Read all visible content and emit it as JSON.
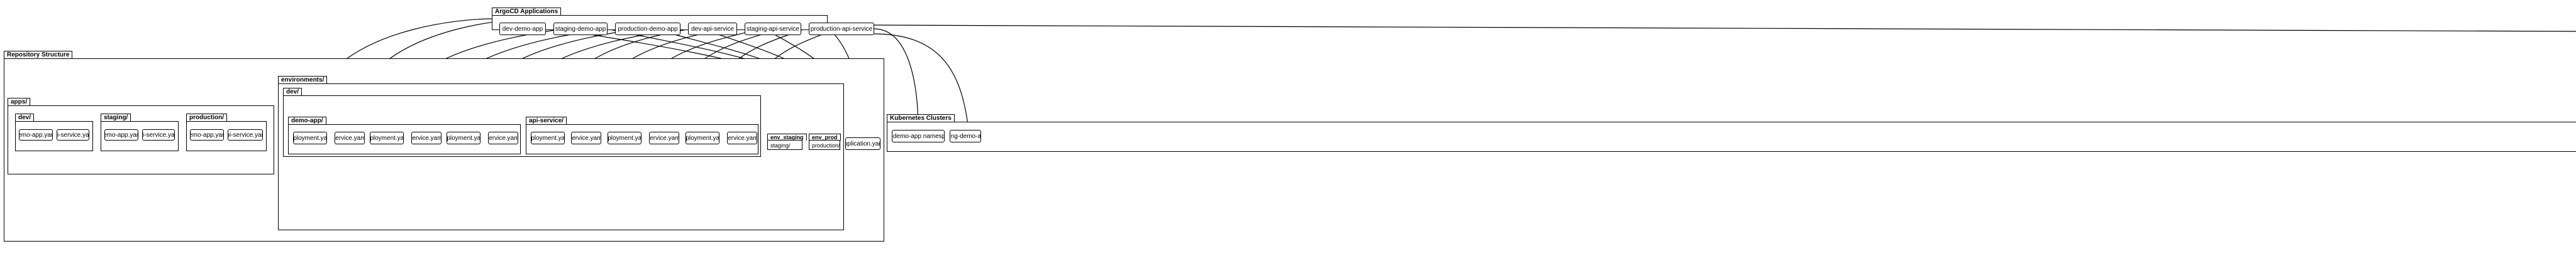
{
  "packages": {
    "argocd": "ArgoCD Applications",
    "repo": "Repository Structure",
    "apps": "apps/",
    "apps_dev": "dev/",
    "apps_staging": "staging/",
    "apps_production": "production/",
    "environments": "environments/",
    "env_dev": "dev/",
    "demo_app": "demo-app/",
    "api_service": "api-service/",
    "k8s": "Kubernetes Clusters"
  },
  "argocd_apps": [
    "dev-demo-app",
    "staging-demo-app",
    "production-demo-app",
    "dev-api-service",
    "staging-api-service",
    "production-api-service"
  ],
  "apps_dev_files": [
    "demo-app.yaml",
    "api-service.yaml"
  ],
  "apps_staging_files": [
    "demo-app.yaml",
    "api-service.yaml"
  ],
  "apps_production_files": [
    "demo-app.yaml",
    "api-service.yaml"
  ],
  "demo_app_files": [
    "deployment.yaml",
    "service.yaml",
    "deployment.yaml",
    "service.yaml",
    "deployment.yaml",
    "service.yaml"
  ],
  "api_service_files": [
    "deployment.yaml",
    "service.yaml",
    "deployment.yaml",
    "service.yaml",
    "deployment.yaml",
    "service.yaml"
  ],
  "env_staging": {
    "title": "env_staging",
    "text": "staging/"
  },
  "env_prod": {
    "title": "env_prod",
    "text": "production/"
  },
  "application_yaml": "application.yaml",
  "k8s_nodes": [
    "dev-demo-app namespace",
    "staging-demo-app n"
  ]
}
